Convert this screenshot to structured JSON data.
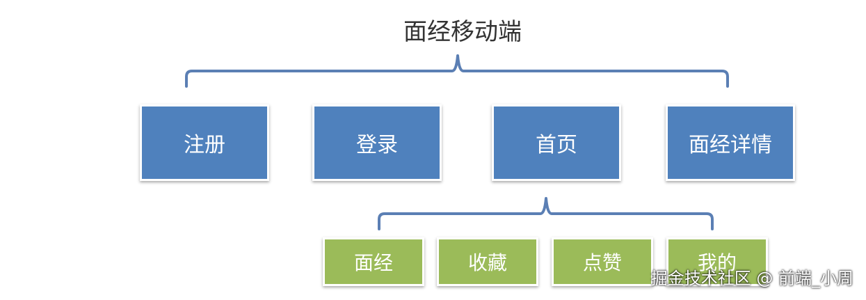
{
  "title": "面经移动端",
  "colors": {
    "primary_box": "#4F81BD",
    "secondary_box": "#9BBB59",
    "brace": "#5B7FB4",
    "title_text": "#333333"
  },
  "level1": [
    {
      "label": "注册"
    },
    {
      "label": "登录"
    },
    {
      "label": "首页"
    },
    {
      "label": "面经详情"
    }
  ],
  "level2": [
    {
      "label": "面经"
    },
    {
      "label": "收藏"
    },
    {
      "label": "点赞"
    },
    {
      "label": "我的"
    }
  ],
  "watermark": "掘金技术社区 @ 前端_小周"
}
